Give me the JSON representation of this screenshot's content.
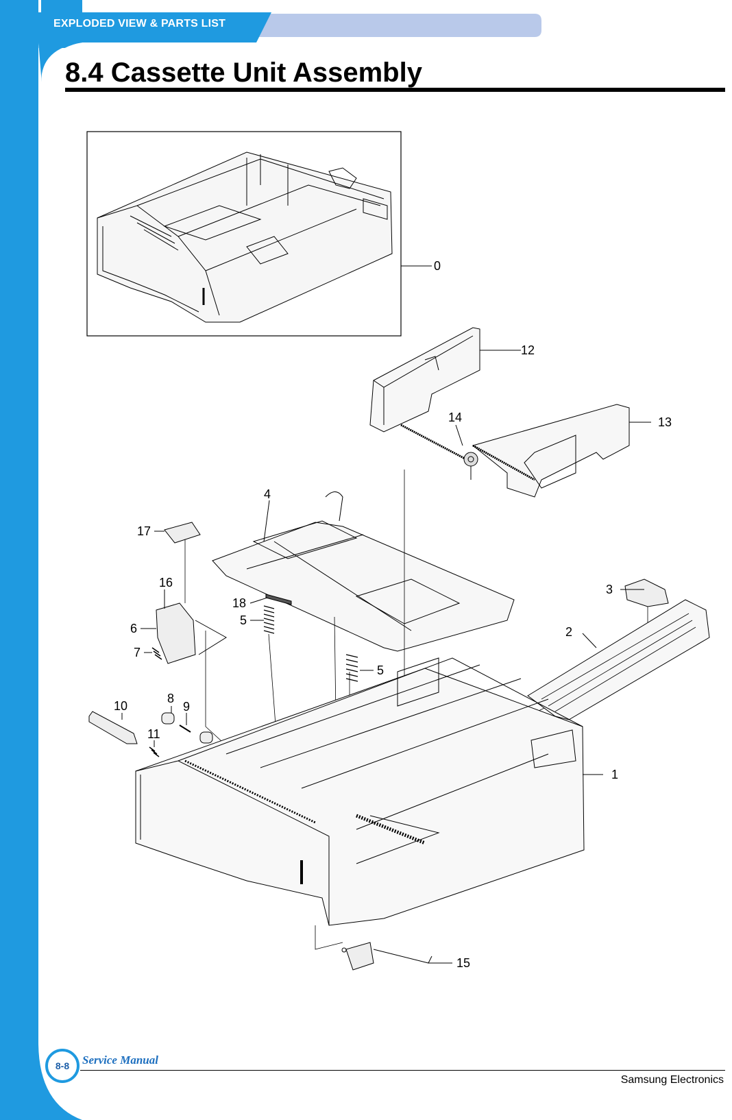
{
  "header": {
    "section": "EXPLODED VIEW & PARTS LIST",
    "title": "8.4 Cassette Unit Assembly"
  },
  "diagram": {
    "callouts": [
      {
        "id": "c0",
        "label": "0"
      },
      {
        "id": "c12",
        "label": "12"
      },
      {
        "id": "c13",
        "label": "13"
      },
      {
        "id": "c14",
        "label": "14"
      },
      {
        "id": "c4",
        "label": "4"
      },
      {
        "id": "c17",
        "label": "17"
      },
      {
        "id": "c3",
        "label": "3"
      },
      {
        "id": "c16",
        "label": "16"
      },
      {
        "id": "c18",
        "label": "18"
      },
      {
        "id": "c5a",
        "label": "5"
      },
      {
        "id": "c6",
        "label": "6"
      },
      {
        "id": "c2",
        "label": "2"
      },
      {
        "id": "c7",
        "label": "7"
      },
      {
        "id": "c5b",
        "label": "5"
      },
      {
        "id": "c8",
        "label": "8"
      },
      {
        "id": "c10",
        "label": "10"
      },
      {
        "id": "c9",
        "label": "9"
      },
      {
        "id": "c11",
        "label": "11"
      },
      {
        "id": "c1",
        "label": "1"
      },
      {
        "id": "c15",
        "label": "15"
      }
    ]
  },
  "footer": {
    "page_number": "8-8",
    "manual": "Service Manual",
    "company": "Samsung Electronics"
  },
  "colors": {
    "accent": "#1f9ae0",
    "accent_light": "#b9c9ea",
    "title": "#000000"
  }
}
